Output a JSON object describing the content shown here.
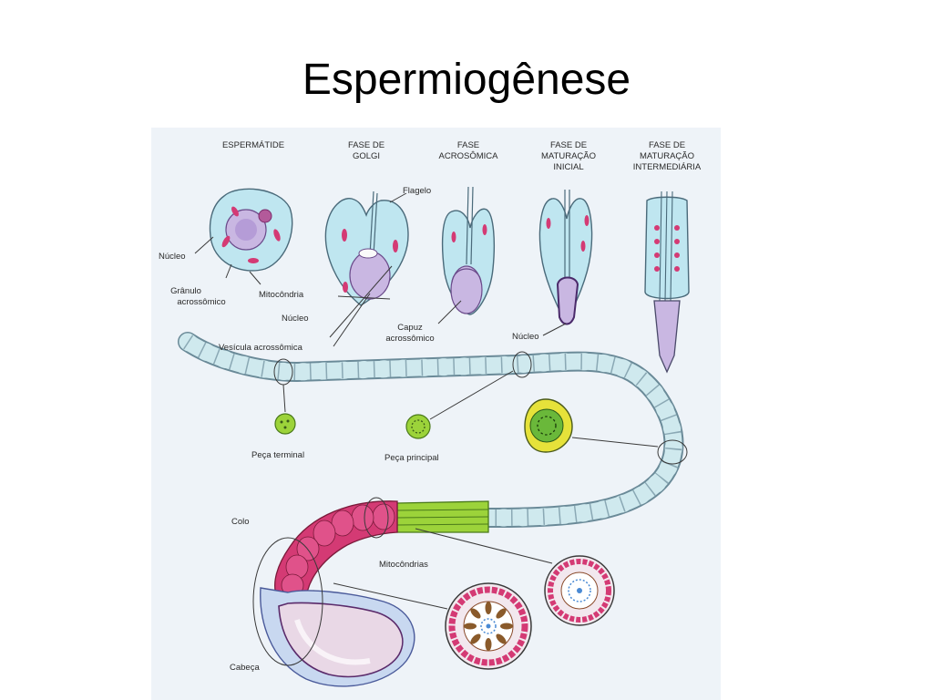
{
  "slide": {
    "title": "Espermiogênese"
  },
  "figure": {
    "headers": {
      "espermatide": "ESPERMÁTIDE",
      "golgi": [
        "FASE DE",
        "GOLGI"
      ],
      "acrossomica": [
        "FASE",
        "ACROSÔMICA"
      ],
      "maturacao_inicial": [
        "FASE DE",
        "MATURAÇÃO",
        "INICIAL"
      ],
      "maturacao_intermediaria": [
        "FASE DE",
        "MATURAÇÃO",
        "INTERMEDIÁRIA"
      ]
    },
    "labels": {
      "flagelo": "Flagelo",
      "nucleo_1": "Núcleo",
      "granulo": [
        "Grânulo",
        "acrossômico"
      ],
      "mitocondria": "Mitocôndria",
      "nucleo_2": "Núcleo",
      "vesicula": "Vesícula acrossômica",
      "capuz": [
        "Capuz",
        "acrossômico"
      ],
      "nucleo_3": "Núcleo",
      "peca_terminal": "Peça terminal",
      "peca_principal": "Peça principal",
      "colo": "Colo",
      "mitocondrias": "Mitocôndrias",
      "cabeca": "Cabeça"
    },
    "colors": {
      "background": "#eef3f8",
      "cytoplasm": "#bfe6f0",
      "nucleus": "#c9b7e2",
      "mitochondria": "#d43a74",
      "midpiece": "#9cd33a",
      "tail": "#cfe9ee"
    }
  }
}
